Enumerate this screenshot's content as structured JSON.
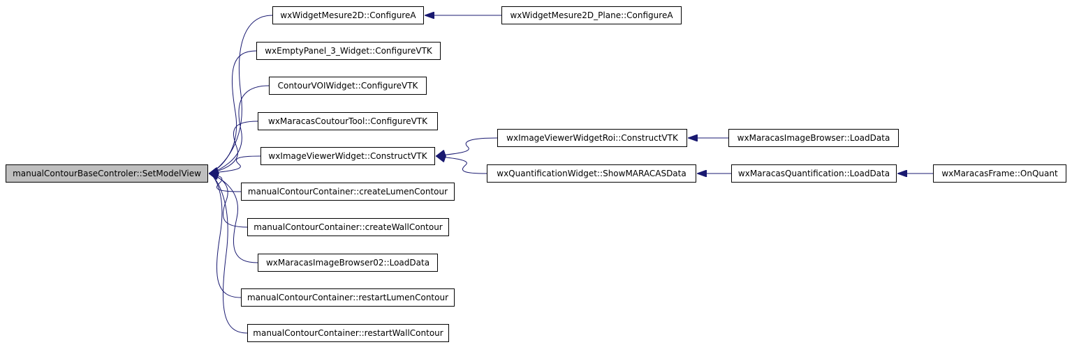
{
  "diagram": {
    "type": "call-graph",
    "colors": {
      "edge": "#191970",
      "root_fill": "#bfbfbf",
      "node_fill": "#ffffff",
      "border": "#000000"
    },
    "nodes": {
      "root": "manualContourBaseControler::SetModelView",
      "callers": [
        "wxWidgetMesure2D::ConfigureA",
        "wxEmptyPanel_3_Widget::ConfigureVTK",
        "ContourVOIWidget::ConfigureVTK",
        "wxMaracasCoutourTool::ConfigureVTK",
        "wxImageViewerWidget::ConstructVTK",
        "manualContourContainer::createLumenContour",
        "manualContourContainer::createWallContour",
        "wxMaracasImageBrowser02::LoadData",
        "manualContourContainer::restartLumenContour",
        "manualContourContainer::restartWallContour"
      ],
      "level2": [
        "wxWidgetMesure2D_Plane::ConfigureA",
        "wxImageViewerWidgetRoi::ConstructVTK",
        "wxQuantificationWidget::ShowMARACASData"
      ],
      "level3": [
        "wxMaracasImageBrowser::LoadData",
        "wxMaracasQuantification::LoadData"
      ],
      "level4": [
        "wxMaracasFrame::OnQuant"
      ]
    },
    "edges": [
      {
        "from": "c0",
        "to": "root"
      },
      {
        "from": "c1",
        "to": "root"
      },
      {
        "from": "c2",
        "to": "root"
      },
      {
        "from": "c3",
        "to": "root"
      },
      {
        "from": "c4",
        "to": "root"
      },
      {
        "from": "c5",
        "to": "root"
      },
      {
        "from": "c6",
        "to": "root"
      },
      {
        "from": "c7",
        "to": "root"
      },
      {
        "from": "c8",
        "to": "root"
      },
      {
        "from": "c9",
        "to": "root"
      },
      {
        "from": "g0",
        "to": "c0"
      },
      {
        "from": "g1",
        "to": "c4"
      },
      {
        "from": "g2",
        "to": "c4"
      },
      {
        "from": "h0",
        "to": "g1"
      },
      {
        "from": "h1",
        "to": "g2"
      },
      {
        "from": "i0",
        "to": "h1"
      }
    ]
  }
}
